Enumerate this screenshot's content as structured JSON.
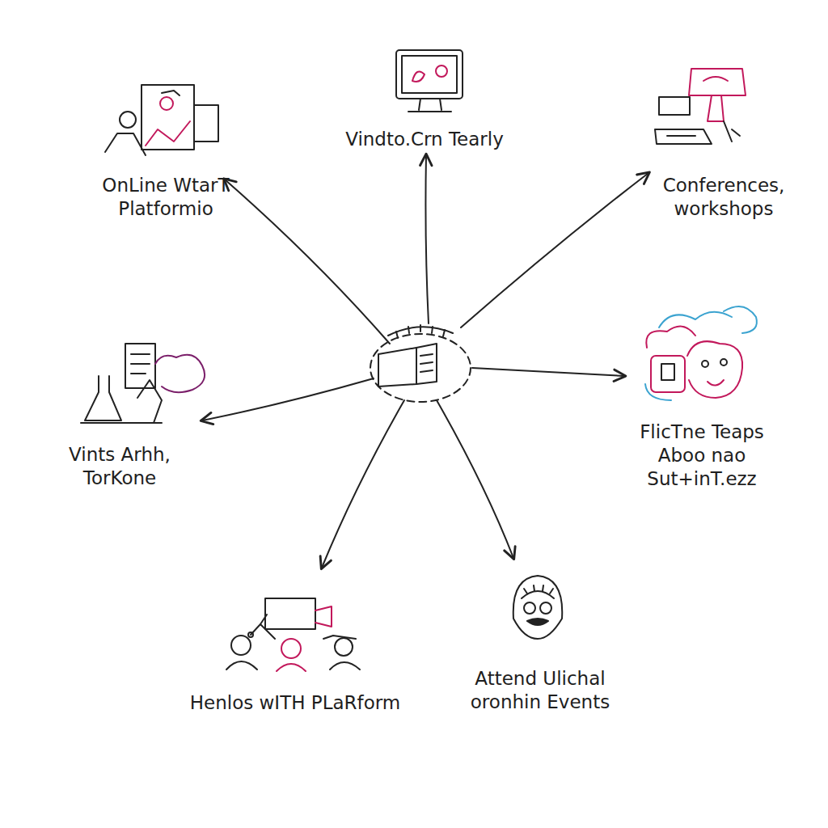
{
  "diagram": {
    "labels": [
      "OnLine WtarT Platformio",
      "Vindto.Crn Tearly",
      "Conferences, workshops",
      "FlicTne Teaps Aboo nao Sut+inT.ezz",
      "Vints Arhh, TorKone",
      "Henlos wITH PLaRform",
      "Attend Ulichal oronhin Events"
    ]
  }
}
